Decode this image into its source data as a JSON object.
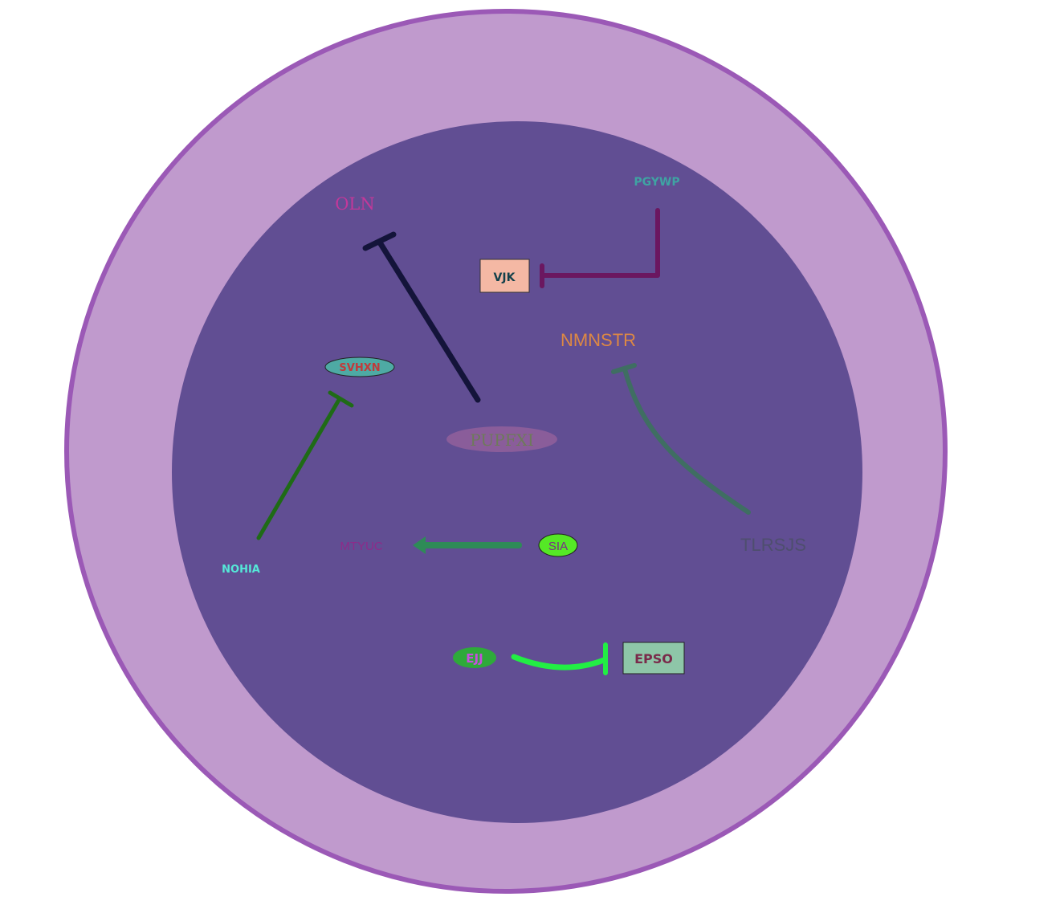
{
  "colors": {
    "outer_fill": "#c09acd",
    "outer_stroke": "#9b59b6",
    "inner_fill": "#614e93"
  },
  "nodes": {
    "oln": "OLN",
    "pgywp": "PGYWP",
    "vjk": "VJK",
    "nmnstr": "NMNSTR",
    "svhxn": "SVHXN",
    "pupfxi": "PUPFXI",
    "nohia": "NOHIA",
    "mtyuc": "MTYUC",
    "sia": "SIA",
    "tlrsjs": "TLRSJS",
    "ejj": "EJJ",
    "epso": "EPSO"
  },
  "edges": [
    {
      "from": "PUPFXI",
      "to": "OLN",
      "type": "inhibition",
      "color": "#14143a"
    },
    {
      "from": "PGYWP",
      "to": "VJK",
      "type": "inhibition",
      "color": "#6b1760"
    },
    {
      "from": "TLRSJS",
      "to": "NMNSTR",
      "type": "inhibition",
      "color": "#3f6e62"
    },
    {
      "from": "NOHIA",
      "to": "SVHXN",
      "type": "inhibition",
      "color": "#1f6b16"
    },
    {
      "from": "SIA",
      "to": "MTYUC",
      "type": "activation",
      "color": "#2e8b57"
    },
    {
      "from": "EJJ",
      "to": "EPSO",
      "type": "inhibition",
      "color": "#22ee44"
    }
  ]
}
